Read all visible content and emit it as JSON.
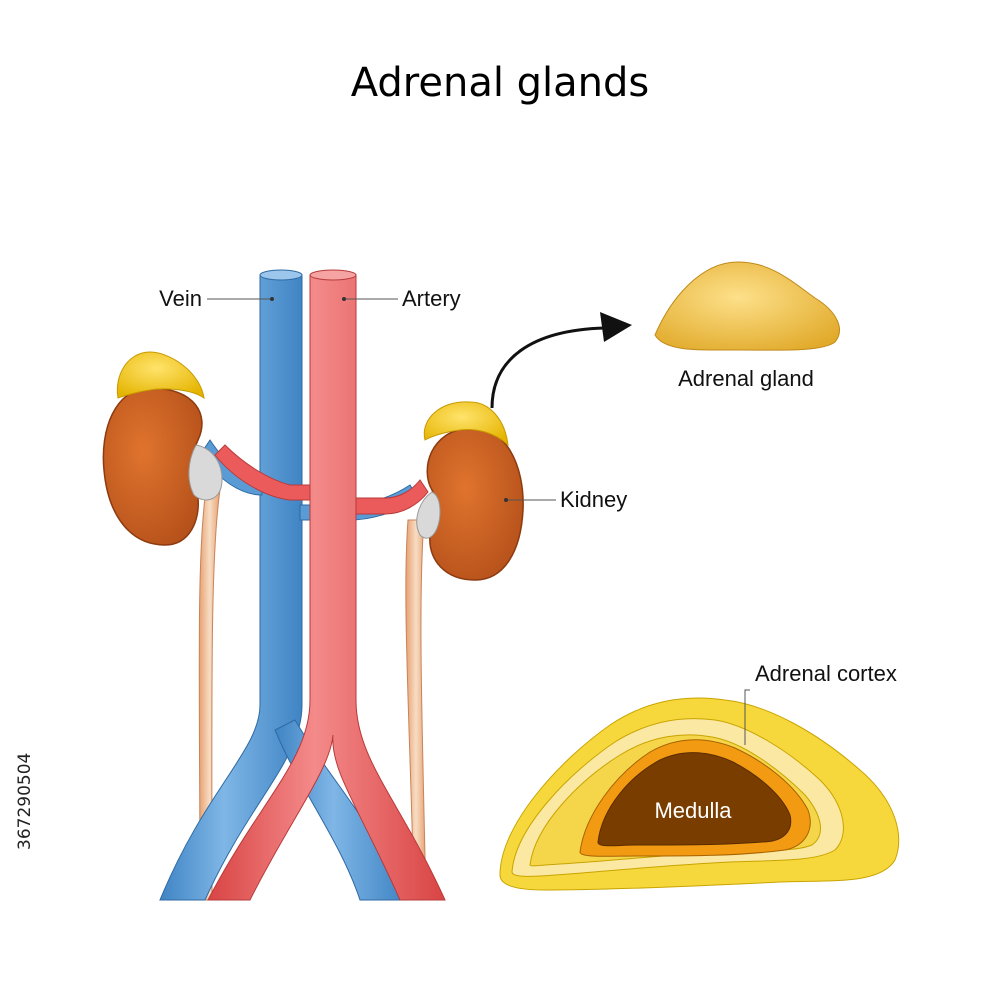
{
  "title": "Adrenal glands",
  "labels": {
    "vein": "Vein",
    "artery": "Artery",
    "adrenal_gland": "Adrenal gland",
    "kidney": "Kidney",
    "adrenal_cortex": "Adrenal cortex",
    "medulla": "Medulla"
  },
  "stock_id": "367290504",
  "colors": {
    "vein": "#5b9bd5",
    "artery": "#ec5b5b",
    "kidney": "#c75a1e",
    "adrenal": "#f2c200",
    "cortex_outer": "#f7d83c",
    "medulla": "#7a3d00",
    "ureter": "#e8b48a"
  }
}
